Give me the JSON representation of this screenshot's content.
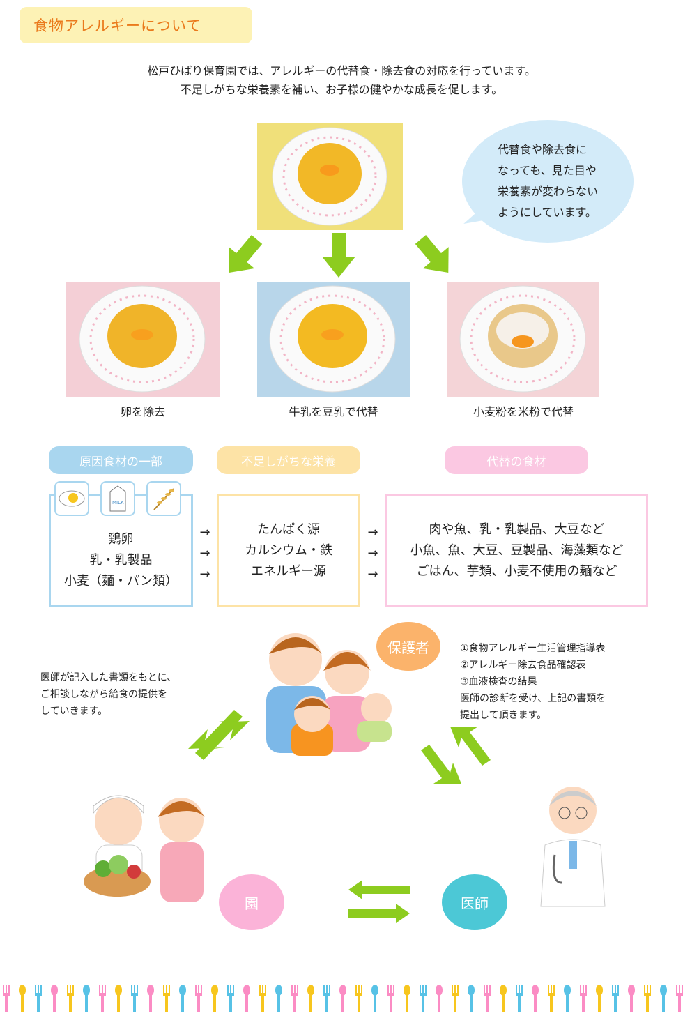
{
  "header": {
    "title": "食物アレルギーについて"
  },
  "intro": {
    "line1": "松戸ひばり保育園では、アレルギーの代替食・除去食の対応を行っています。",
    "line2": "不足しがちな栄養素を補い、お子様の健やかな成長を促します。"
  },
  "bubble": {
    "lines": [
      "代替食や除去食に",
      "なっても、見た目や",
      "栄養素が変わらない",
      "ようにしています。"
    ]
  },
  "photos": {
    "captions": [
      "卵を除去",
      "牛乳を豆乳で代替",
      "小麦粉を米粉で代替"
    ]
  },
  "table": {
    "col1_header": "原因食材の一部",
    "col2_header": "不足しがちな栄養",
    "col3_header": "代替の食材",
    "col1": [
      "鶏卵",
      "乳・乳製品",
      "小麦（麺・パン類）"
    ],
    "col2": [
      "たんぱく源",
      "カルシウム・鉄",
      "エネルギー源"
    ],
    "col3": [
      "肉や魚、乳・乳製品、大豆など",
      "小魚、魚、大豆、豆製品、海藻類など",
      "ごはん、芋類、小麦不使用の麺など"
    ],
    "arrow": "→",
    "milk_label": "MILK"
  },
  "flow": {
    "guardian_label": "保護者",
    "school_label": "園",
    "doctor_label": "医師",
    "left_note": [
      "医師が記入した書類をもとに、",
      "ご相談しながら給食の提供を",
      "していきます。"
    ],
    "right_note": [
      "①食物アレルギー生活管理指導表",
      "②アレルギー除去食品確認表",
      "③血液検査の結果",
      "医師の診断を受け、上記の書類を",
      "提出して頂きます。"
    ]
  },
  "colors": {
    "title_bg": "#fdf2b5",
    "title_text": "#ea7a1c",
    "blue": "#a9d6ef",
    "yellow": "#fde3a6",
    "pink": "#fbc8e2",
    "arrow_green": "#8dcc1f",
    "guardian": "#fbb36b",
    "school": "#fbb3d8",
    "doctor": "#4cc8d6"
  }
}
